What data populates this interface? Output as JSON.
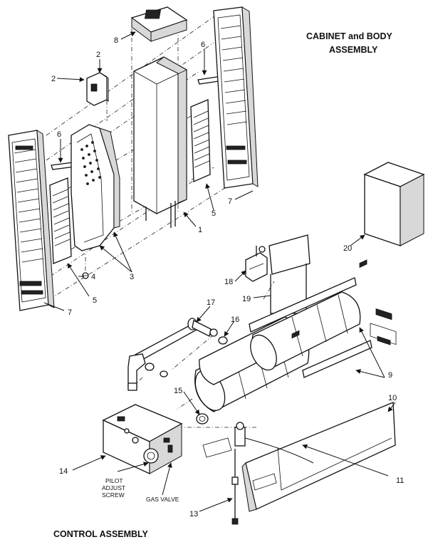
{
  "titles": {
    "cabinet_line1": "CABINET and BODY",
    "cabinet_line2": "ASSEMBLY",
    "control": "CONTROL ASSEMBLY"
  },
  "labels": {
    "pilot_line1": "PILOT",
    "pilot_line2": "ADJUST",
    "pilot_line3": "SCREW",
    "gas_valve": "GAS VALVE"
  },
  "parts": {
    "p1": "1",
    "p2a": "2",
    "p2b": "2",
    "p3": "3",
    "p4": "4",
    "p5a": "5",
    "p5b": "5",
    "p6a": "6",
    "p6b": "6",
    "p7a": "7",
    "p7b": "7",
    "p8": "8",
    "p9": "9",
    "p10": "10",
    "p11": "11",
    "p13": "13",
    "p14": "14",
    "p15": "15",
    "p16": "16",
    "p17": "17",
    "p18": "18",
    "p19": "19",
    "p20": "20"
  }
}
